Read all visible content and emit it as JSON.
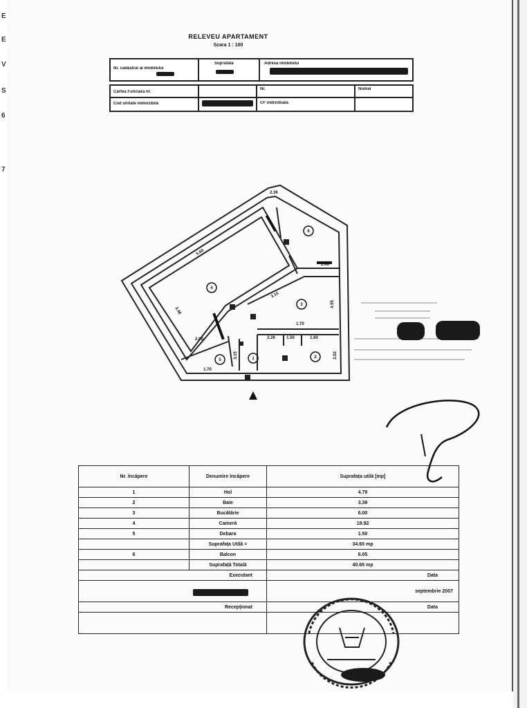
{
  "document": {
    "title": "RELEVEU APARTAMENT",
    "scale": "Scara 1 : 100"
  },
  "header_table": {
    "row1": [
      "Nr. cadastral al imobilului",
      "Suprafata",
      "Adresa imobilului"
    ],
    "row2": [
      "Cartea Funciara nr.",
      "",
      "Nr.",
      "Numar"
    ],
    "row3": [
      "Cod unitate indivizibila",
      "",
      "CF individuala",
      ""
    ]
  },
  "plan": {
    "room_numbers": [
      "1",
      "2",
      "3",
      "4",
      "5",
      "6"
    ],
    "dimensions": [
      "5.60",
      "2.36",
      "3.46",
      "2.00",
      "3.15",
      "2.46",
      "4.55",
      "1.70",
      "2.26",
      "1.50",
      "1.60",
      "1.70",
      "3.15",
      "2.02"
    ]
  },
  "rooms_table": {
    "headers": [
      "Nr. încăpere",
      "Denumire încăpere",
      "Suprafața utilă [mp]"
    ],
    "rows": [
      {
        "nr": "1",
        "name": "Hol",
        "area": "4.79"
      },
      {
        "nr": "2",
        "name": "Baie",
        "area": "3.39"
      },
      {
        "nr": "3",
        "name": "Bucătărie",
        "area": "6.00"
      },
      {
        "nr": "4",
        "name": "Cameră",
        "area": "18.92"
      },
      {
        "nr": "5",
        "name": "Debara",
        "area": "1.50"
      }
    ],
    "useful_label": "Suprafața Utilă =",
    "useful_value": "34.60 mp",
    "balcony": {
      "nr": "6",
      "name": "Balcon",
      "area": "6.05"
    },
    "total_label": "Suprafață Totală",
    "total_value": "40.65 mp",
    "executant_label": "Executant",
    "date_label": "Data",
    "date_value": "septembrie 2007",
    "received_label": "Recepționat",
    "date_label_2": "Data"
  }
}
